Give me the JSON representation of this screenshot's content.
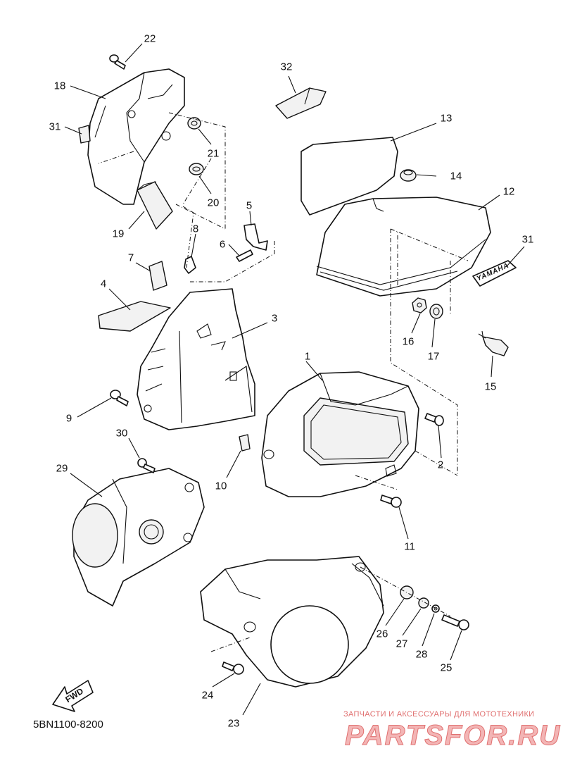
{
  "diagram": {
    "code": "5BN1100-8200",
    "fwd_label": "FWD",
    "badge_text": "YAMAHA",
    "watermark_caption": "ЗАПЧАСТИ И АКСЕССУАРЫ ДЛЯ МОТОТЕХНИКИ",
    "watermark_logo": "PARTSFOR.RU",
    "callouts": [
      "1",
      "2",
      "3",
      "4",
      "5",
      "6",
      "7",
      "8",
      "9",
      "10",
      "11",
      "12",
      "13",
      "14",
      "15",
      "16",
      "17",
      "18",
      "19",
      "20",
      "21",
      "22",
      "23",
      "24",
      "25",
      "26",
      "27",
      "28",
      "29",
      "30",
      "31",
      "31",
      "32"
    ]
  }
}
